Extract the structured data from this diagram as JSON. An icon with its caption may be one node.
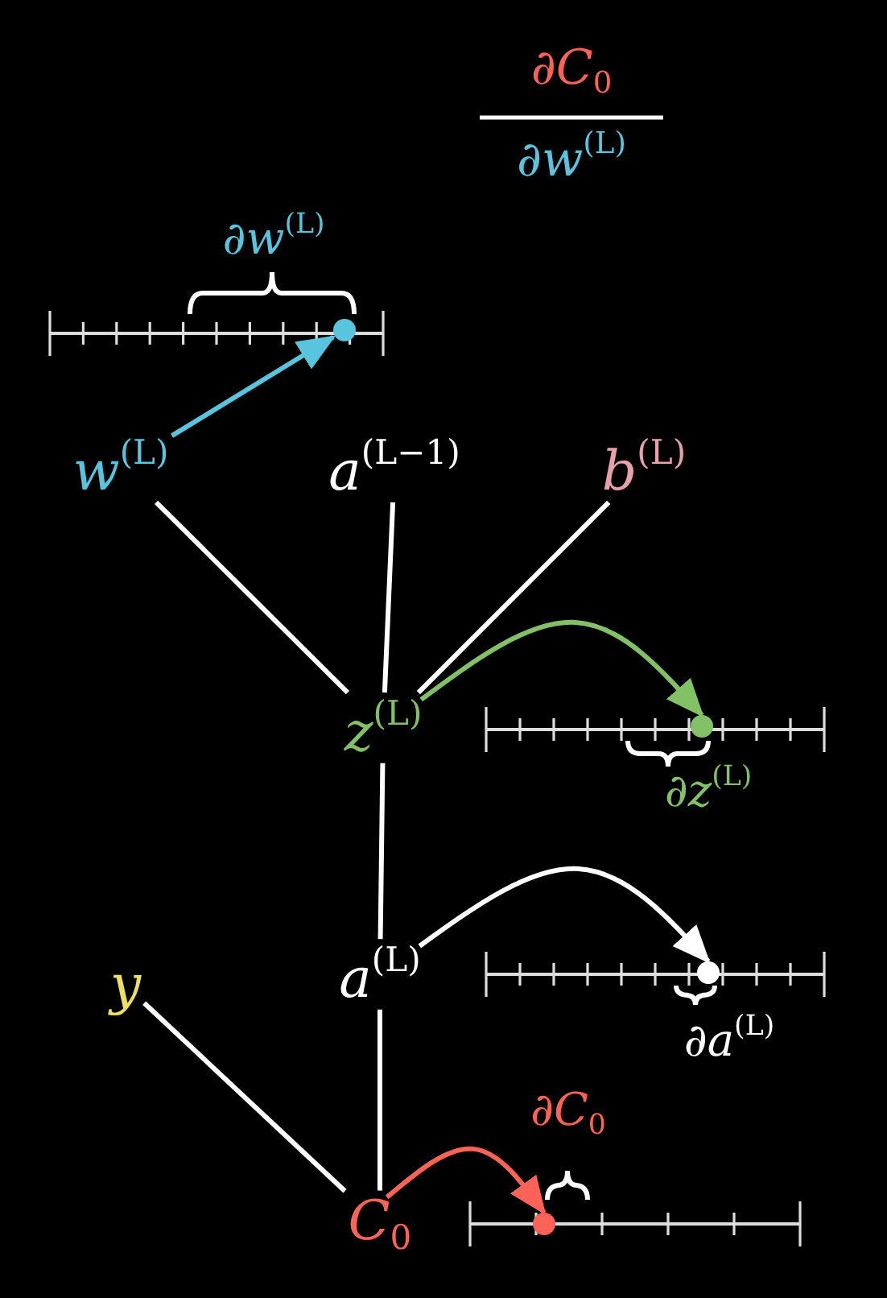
{
  "diagram": {
    "nodes": [
      {
        "text": [
          "w$^{(L)}$"
        ]
      },
      {
        "text": [
          "a$^{(L−1)}$"
        ]
      },
      {
        "text": [
          "b$^{(L)}$"
        ]
      },
      {
        "text": [
          "z$^{(L)}$"
        ]
      },
      {
        "text": [
          "a$^{(L)}$"
        ]
      },
      {
        "text": [
          "y"
        ]
      },
      {
        "text": [
          "C$_{0}$"
        ]
      },
      {
        "text": [],
        "shape": "circle",
        "beside": [
          "∂w$^{(L)}$"
        ]
      },
      {
        "text": [],
        "shape": "circle",
        "beside": [
          "∂z$^{(L)}$"
        ]
      },
      {
        "text": [],
        "shape": "circle",
        "beside": [
          "∂a$^{(L)}$"
        ]
      },
      {
        "text": [],
        "shape": "circle",
        "beside": [
          "∂C$_{0}$"
        ]
      }
    ],
    "edges": [
      {
        "from": 0,
        "to": 3,
        "arrow": "none"
      },
      {
        "from": 1,
        "to": 3,
        "arrow": "none"
      },
      {
        "from": 2,
        "to": 3,
        "arrow": "none"
      },
      {
        "from": 3,
        "to": 4,
        "arrow": "none"
      },
      {
        "from": 4,
        "to": 6,
        "arrow": "none"
      },
      {
        "from": 5,
        "to": 6,
        "arrow": "none"
      },
      {
        "from": 0,
        "to": 7,
        "arrow": "to",
        "color": "#58c4dd"
      },
      {
        "from": 3,
        "to": 8,
        "arrow": "to",
        "color": "#83c167"
      },
      {
        "from": 4,
        "to": 9,
        "arrow": "to"
      },
      {
        "from": 6,
        "to": 10,
        "arrow": "to",
        "color": "#fc6255"
      }
    ],
    "labels": [
      "∂C$_{0}$",
      "∂w$^{(L)}$"
    ]
  }
}
